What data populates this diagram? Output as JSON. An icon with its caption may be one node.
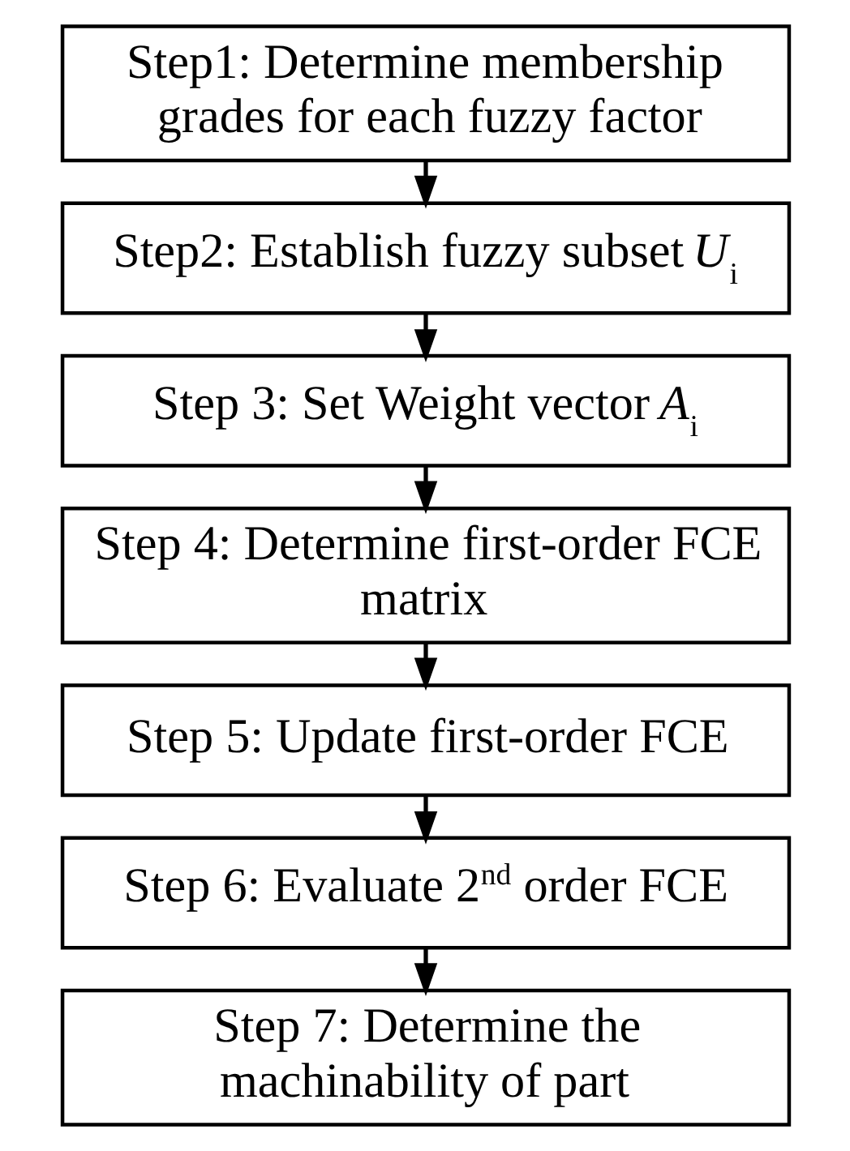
{
  "diagram": {
    "nodes": [
      {
        "text": [
          "Step1: Determine membership grades for each fuzzy factor"
        ]
      },
      {
        "text": [
          "Step2: Establish fuzzy subset *U*$_{i}$"
        ]
      },
      {
        "text": [
          "Step 3: Set Weight vector *A*$_{i}$"
        ]
      },
      {
        "text": [
          "Step 4: Determine first-order FCE matrix"
        ]
      },
      {
        "text": [
          "Step 5: Update first-order FCE"
        ]
      },
      {
        "text": [
          "Step 6: Evaluate 2$^{nd}$ order FCE"
        ]
      },
      {
        "text": [
          "Step 7: Determine the machinability of part"
        ]
      }
    ],
    "edges": [
      {
        "from": 0,
        "to": 1,
        "arrow": "to"
      },
      {
        "from": 1,
        "to": 2,
        "arrow": "to"
      },
      {
        "from": 2,
        "to": 3,
        "arrow": "to"
      },
      {
        "from": 3,
        "to": 4,
        "arrow": "to"
      },
      {
        "from": 4,
        "to": 5,
        "arrow": "to"
      },
      {
        "from": 5,
        "to": 6,
        "arrow": "to"
      }
    ]
  }
}
